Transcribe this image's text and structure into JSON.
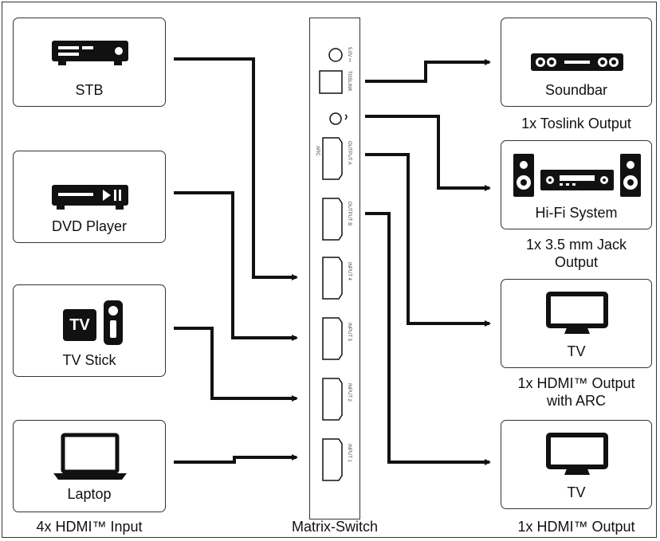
{
  "inputs": [
    {
      "label": "STB",
      "icon": "stb-icon"
    },
    {
      "label": "DVD Player",
      "icon": "dvd-player-icon"
    },
    {
      "label": "TV Stick",
      "icon": "tv-stick-icon",
      "badge": "TV"
    },
    {
      "label": "Laptop",
      "icon": "laptop-icon"
    }
  ],
  "outputs": [
    {
      "label": "Soundbar",
      "icon": "soundbar-icon",
      "caption": "1x Toslink Output"
    },
    {
      "label": "Hi-Fi System",
      "icon": "hifi-system-icon",
      "caption_line1": "1x 3.5 mm Jack",
      "caption_line2": "Output"
    },
    {
      "label": "TV",
      "icon": "tv-icon",
      "caption_line1": "1x HDMI™ Output",
      "caption_line2": "with ARC"
    },
    {
      "label": "TV",
      "icon": "tv-icon",
      "caption": "1x HDMI™ Output"
    }
  ],
  "captions": {
    "inputs": "4x HDMI™ Input",
    "switch": "Matrix-Switch"
  },
  "switch_ports": {
    "dc": "5.0V ⎓",
    "toslink": "TOSLINK",
    "arc": "ARC",
    "output_a": "OUTPUT A",
    "output_b": "OUTPUT B",
    "input4": "INPUT 4",
    "input3": "INPUT 3",
    "input2": "INPUT 2",
    "input1": "INPUT 1"
  }
}
